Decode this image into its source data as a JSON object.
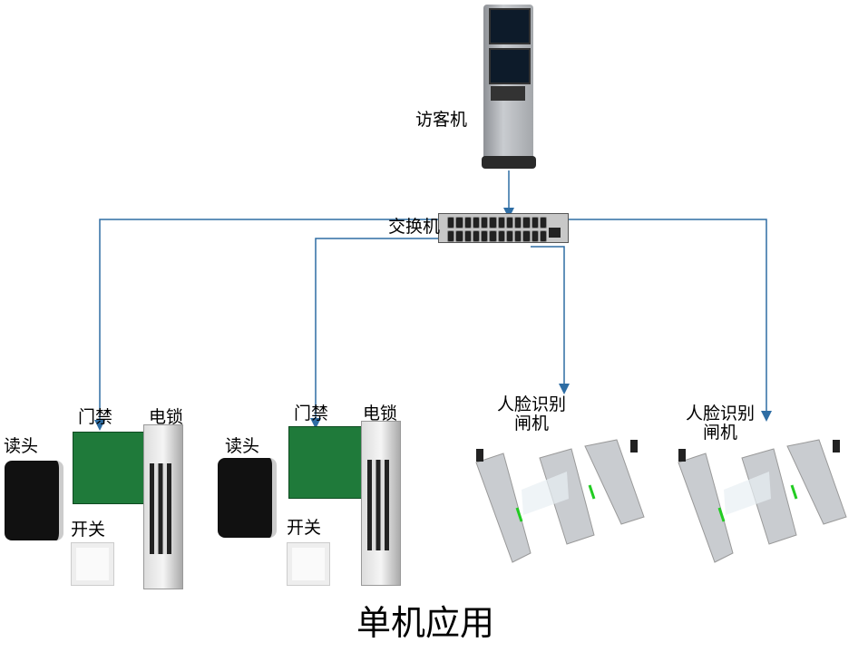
{
  "title": "单机应用",
  "nodes": {
    "kiosk": "访客机",
    "switch": "交换机",
    "group1": {
      "controller": "门禁",
      "lock": "电锁",
      "reader": "读头",
      "exit_button": "开关"
    },
    "group2": {
      "controller": "门禁",
      "lock": "电锁",
      "reader": "读头",
      "exit_button": "开关"
    },
    "gate1": {
      "line1": "人脸识别",
      "line2": "闸机"
    },
    "gate2": {
      "line1": "人脸识别",
      "line2": "闸机"
    }
  },
  "colors": {
    "wire": "#2e6da4"
  }
}
